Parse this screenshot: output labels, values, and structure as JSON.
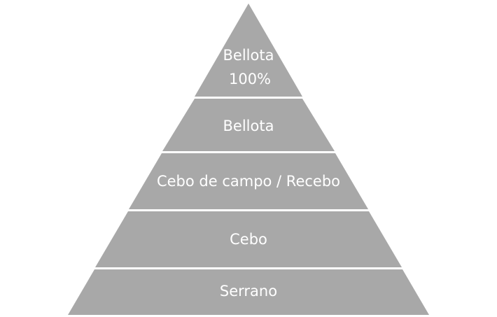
{
  "pyramid": {
    "fill_color": "#a8a8a8",
    "text_color": "#ffffff",
    "divider_color": "#ffffff",
    "tiers": [
      {
        "lines": [
          "Bellota",
          "100%"
        ]
      },
      {
        "lines": [
          "Bellota"
        ]
      },
      {
        "lines": [
          "Cebo de campo / Recebo"
        ]
      },
      {
        "lines": [
          "Cebo"
        ]
      },
      {
        "lines": [
          "Serrano"
        ]
      }
    ]
  }
}
